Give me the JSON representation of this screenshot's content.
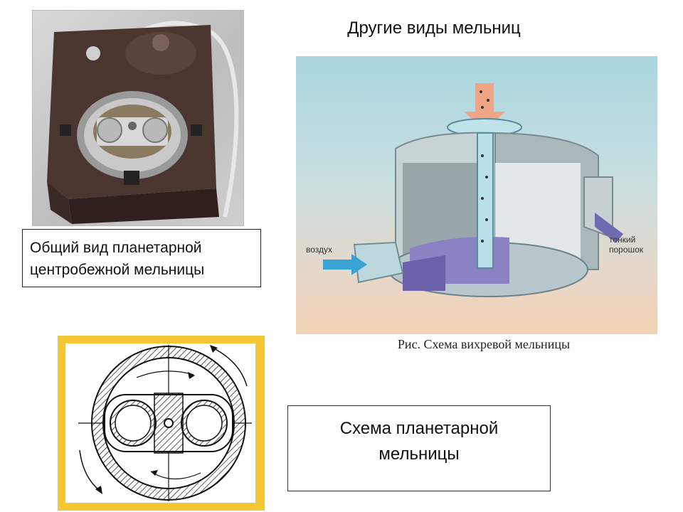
{
  "slide": {
    "title": "Другие виды мельниц",
    "photo_caption_line1": "Общий вид планетарной",
    "photo_caption_line2": "центробежной мельницы",
    "vortex_caption": "Рис. Схема вихревой мельницы",
    "vortex_label_air": "воздух",
    "vortex_label_powder_line1": "тонкий",
    "vortex_label_powder_line2": "порошок",
    "scheme_caption_line1": "Схема планетарной",
    "scheme_caption_line2": "мельницы"
  },
  "colors": {
    "frame_yellow": "#f5c733",
    "vortex_bg_top": "#a8d6df",
    "vortex_bg_bottom": "#f1d2b2",
    "device_body": "#4a3530"
  }
}
